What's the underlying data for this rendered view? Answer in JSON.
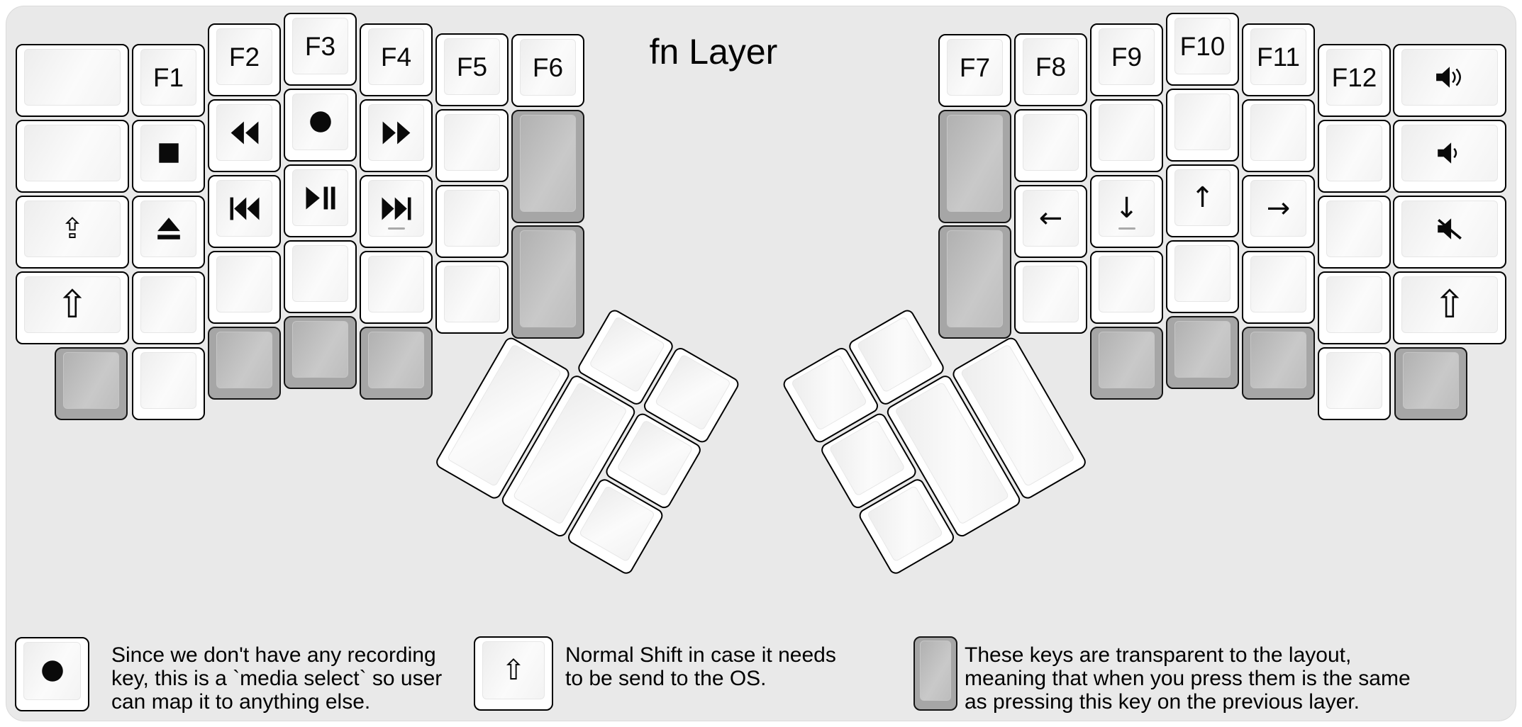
{
  "keyboard": {
    "layer_title": "fn Layer",
    "key_labels": {
      "f1": "F1",
      "f2": "F2",
      "f3": "F3",
      "f4": "F4",
      "f5": "F5",
      "f6": "F6",
      "f7": "F7",
      "f8": "F8",
      "f9": "F9",
      "f10": "F10",
      "f11": "F11",
      "f12": "F12",
      "arrow_left": "←",
      "arrow_down": "↓",
      "arrow_up": "↑",
      "arrow_right": "→",
      "shift": "⇧",
      "caps_lock": "⇪"
    },
    "media_icons": [
      "stop-icon",
      "eject-icon",
      "rewind-icon",
      "record-icon",
      "play-pause-icon",
      "fast-forward-icon",
      "previous-track-icon",
      "next-track-icon"
    ],
    "volume_icons": [
      "volume-up-icon",
      "volume-down-icon",
      "volume-mute-icon"
    ]
  },
  "legend": [
    {
      "key_icon": "record-icon",
      "key_color": "white",
      "lines": [
        "Since we don't have any recording",
        "key, this is a `media select` so user",
        "can map it to anything else."
      ]
    },
    {
      "key_icon": "shift-icon",
      "key_color": "white",
      "key_symbol": "⇧",
      "lines": [
        "Normal Shift in case it needs",
        "to be send to the OS."
      ]
    },
    {
      "key_icon": "transparent-key",
      "key_color": "gray",
      "lines": [
        "These keys are transparent to the layout,",
        "meaning that when you press them is the same",
        "as pressing this key on the previous layer."
      ]
    }
  ],
  "colors": {
    "panel_bg": "#e9e9e9",
    "key_white": "#ffffff",
    "key_gray": "#a6a6a6",
    "key_border": "#000000",
    "text": "#000000"
  }
}
